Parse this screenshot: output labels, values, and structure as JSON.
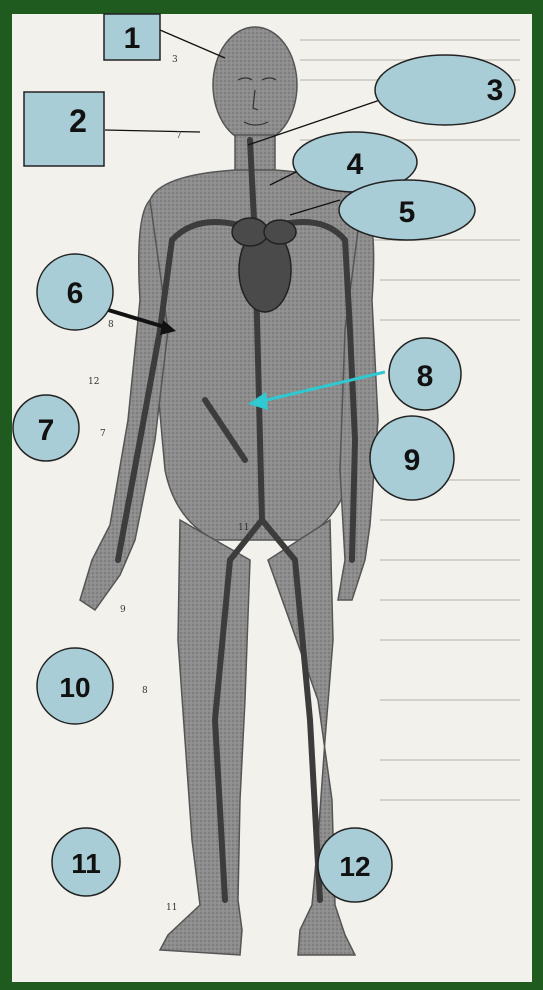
{
  "diagram": {
    "labels": [
      "1",
      "2",
      "3",
      "4",
      "5",
      "6",
      "7",
      "8",
      "9",
      "10",
      "11",
      "12"
    ],
    "small_numbers": [
      "3",
      "7",
      "8",
      "12",
      "7",
      "9",
      "11",
      "11",
      "8"
    ]
  },
  "colors": {
    "frame": "#1f5a1f",
    "paper": "#f3f1ec",
    "label_fill": "#a9cdd6",
    "body_fill": "#8a8a8a",
    "vessel": "#3c3c3c",
    "arrow_cyan": "#2ec9d1"
  }
}
